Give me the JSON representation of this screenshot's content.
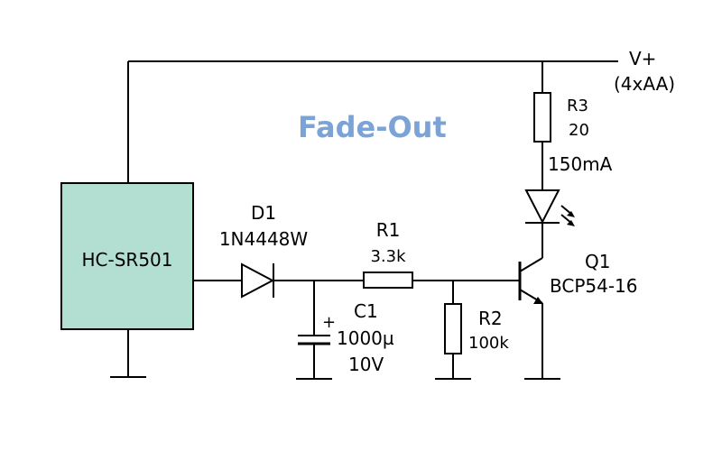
{
  "title": "Fade-Out",
  "colors": {
    "title": "#7ba3d6",
    "module_fill": "#b3dfd2",
    "wire": "#000000"
  },
  "supply": {
    "label": "V+",
    "note": "(4xAA)"
  },
  "module": {
    "label": "HC-SR501"
  },
  "d1": {
    "name": "D1",
    "part": "1N4448W"
  },
  "r1": {
    "name": "R1",
    "value": "3.3k"
  },
  "c1": {
    "name": "C1",
    "value": "1000µ",
    "voltage": "10V",
    "polarity": "+"
  },
  "r2": {
    "name": "R2",
    "value": "100k"
  },
  "r3": {
    "name": "R3",
    "value": "20"
  },
  "led": {
    "current": "150mA"
  },
  "q1": {
    "name": "Q1",
    "part": "BCP54-16"
  }
}
